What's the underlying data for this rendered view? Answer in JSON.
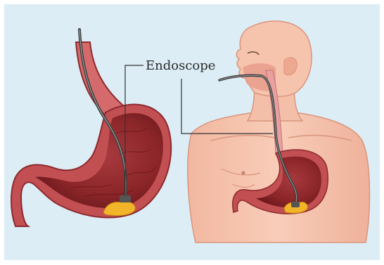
{
  "label": "Endoscope",
  "colors": {
    "background": "#dcedf6",
    "skin": "#f6c3ad",
    "skin_shadow": "#e8a68d",
    "stomach_wall": "#c24f52",
    "stomach_inner": "#7e1e22",
    "stomach_outline": "#8e2a2e",
    "scope": "#444444",
    "ulcer": "#f2b529",
    "leader_line": "#333333"
  },
  "icons": [
    "stomach-illustration",
    "human-torso-illustration",
    "endoscope-tube",
    "ulcer-lesion"
  ]
}
